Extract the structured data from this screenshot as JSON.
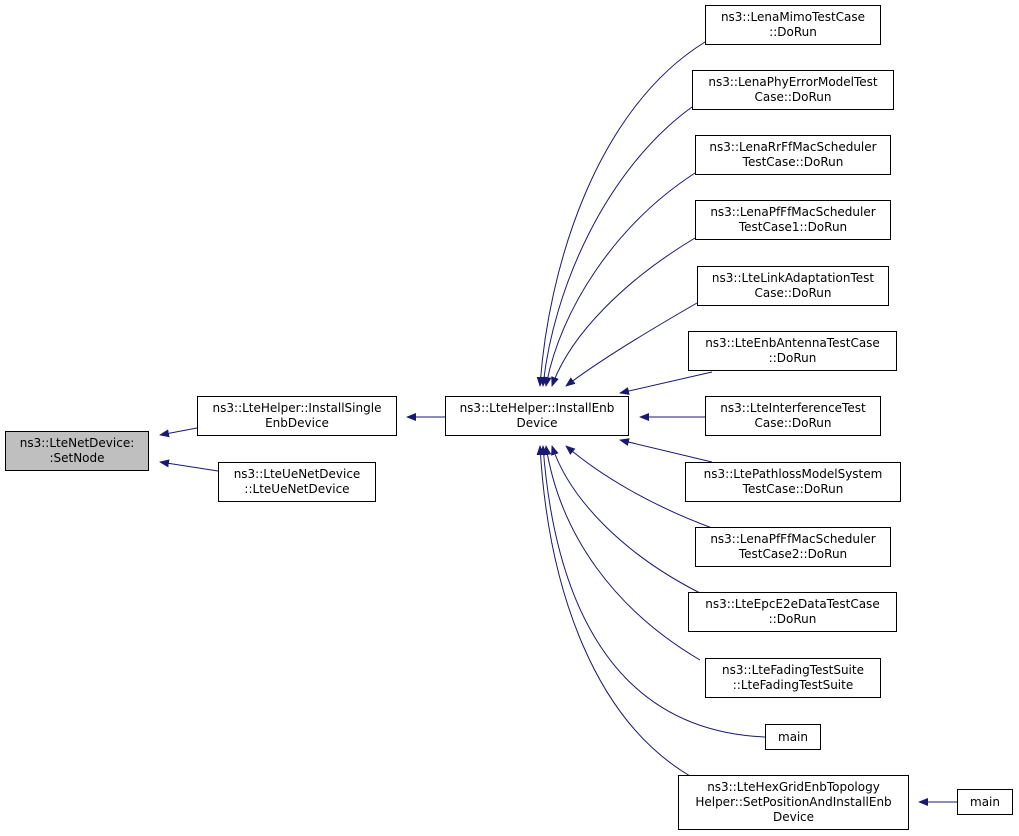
{
  "colors": {
    "edge": "#191970",
    "node_border": "#000000",
    "node_fill": "#ffffff",
    "focus_fill": "#bfbfbf"
  },
  "nodes": {
    "lte_net_device_set_node": {
      "lines": [
        "ns3::LteNetDevice:",
        ":SetNode"
      ],
      "focus": true
    },
    "install_single_enb_device": {
      "lines": [
        "ns3::LteHelper::InstallSingle",
        "EnbDevice"
      ]
    },
    "lte_ue_net_device_ctor": {
      "lines": [
        "ns3::LteUeNetDevice",
        "::LteUeNetDevice"
      ]
    },
    "install_enb_device": {
      "lines": [
        "ns3::LteHelper::InstallEnb",
        "Device"
      ]
    },
    "lena_mimo_test_case": {
      "lines": [
        "ns3::LenaMimoTestCase",
        "::DoRun"
      ]
    },
    "lena_phy_error_model": {
      "lines": [
        "ns3::LenaPhyErrorModelTest",
        "Case::DoRun"
      ]
    },
    "lena_rr_ff_mac": {
      "lines": [
        "ns3::LenaRrFfMacScheduler",
        "TestCase::DoRun"
      ]
    },
    "lena_pf_ff_mac_1": {
      "lines": [
        "ns3::LenaPfFfMacScheduler",
        "TestCase1::DoRun"
      ]
    },
    "lte_link_adaptation": {
      "lines": [
        "ns3::LteLinkAdaptationTest",
        "Case::DoRun"
      ]
    },
    "lte_enb_antenna": {
      "lines": [
        "ns3::LteEnbAntennaTestCase",
        "::DoRun"
      ]
    },
    "lte_interference": {
      "lines": [
        "ns3::LteInterferenceTest",
        "Case::DoRun"
      ]
    },
    "lte_pathloss": {
      "lines": [
        "ns3::LtePathlossModelSystem",
        "TestCase::DoRun"
      ]
    },
    "lena_pf_ff_mac_2": {
      "lines": [
        "ns3::LenaPfFfMacScheduler",
        "TestCase2::DoRun"
      ]
    },
    "lte_epc_e2e": {
      "lines": [
        "ns3::LteEpcE2eDataTestCase",
        "::DoRun"
      ]
    },
    "lte_fading_suite": {
      "lines": [
        "ns3::LteFadingTestSuite",
        "::LteFadingTestSuite"
      ]
    },
    "main_1": {
      "lines": [
        "main"
      ]
    },
    "hex_grid_topology": {
      "lines": [
        "ns3::LteHexGridEnbTopology",
        "Helper::SetPositionAndInstallEnb",
        "Device"
      ]
    },
    "main_2": {
      "lines": [
        "main"
      ]
    }
  }
}
